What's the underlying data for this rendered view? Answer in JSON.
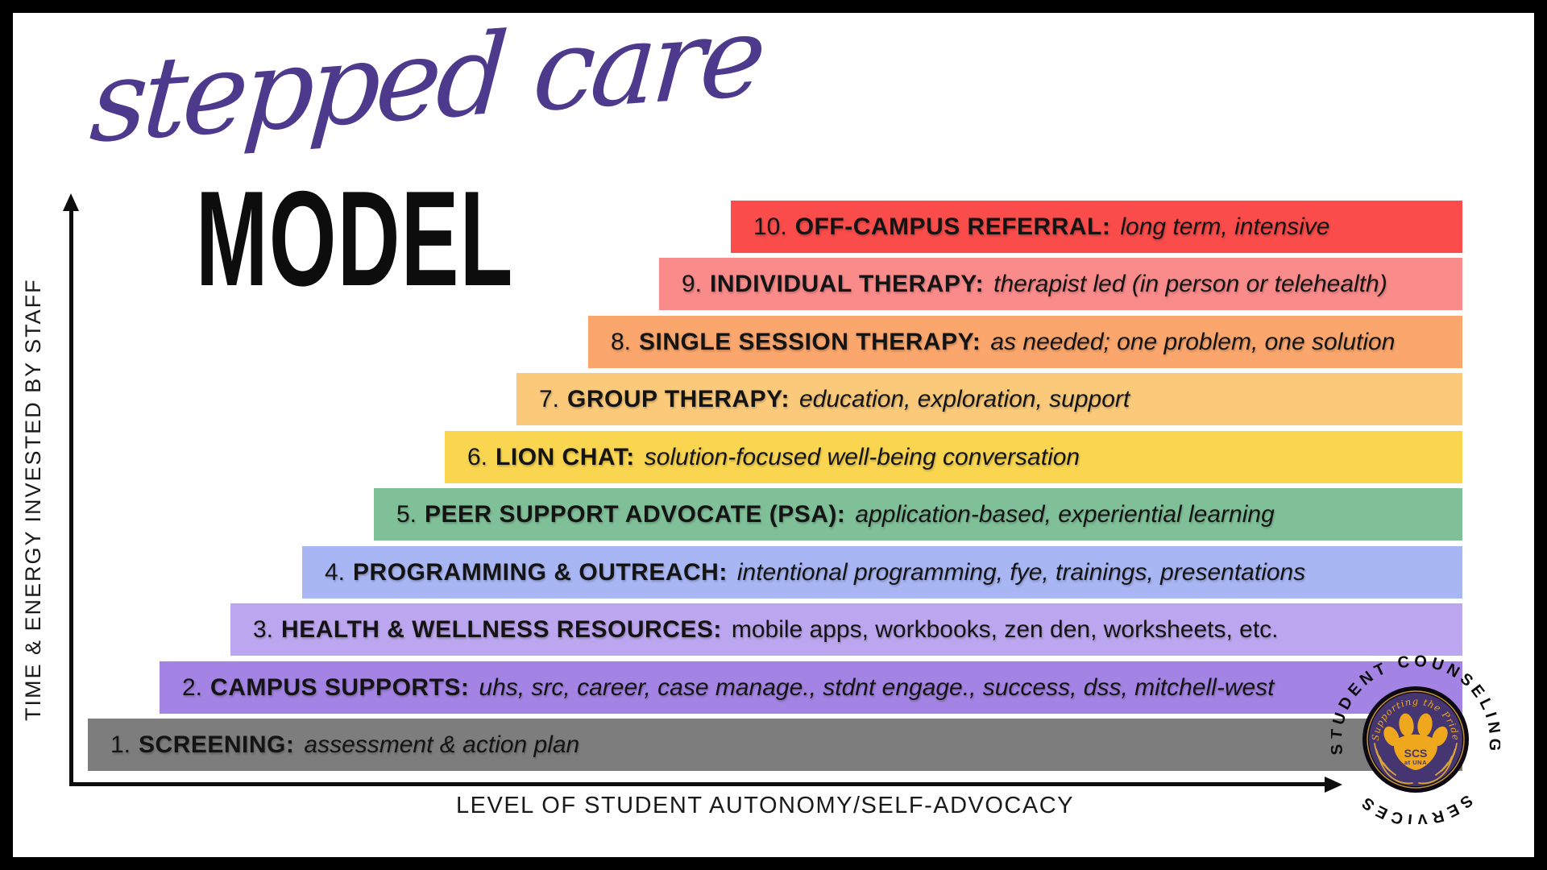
{
  "title": {
    "script": "stepped care",
    "block": "MODEL",
    "script_color": "#4d3a8d",
    "block_color": "#0d0d0d"
  },
  "axes": {
    "y_label": "TIME & ENERGY INVESTED BY STAFF",
    "x_label": "LEVEL OF STUDENT AUTONOMY/SELF-ADVOCACY",
    "line_color": "#0d0d0d"
  },
  "steps": [
    {
      "number": "1.",
      "label": "SCREENING:",
      "description": "assessment & action plan",
      "color": "#7d7d7d",
      "italic": true
    },
    {
      "number": "2.",
      "label": "CAMPUS SUPPORTS:",
      "description": "uhs, src, career, case manage., stdnt engage., success, dss, mitchell-west",
      "color": "#a383e3",
      "italic": true
    },
    {
      "number": "3.",
      "label": "HEALTH & WELLNESS RESOURCES:",
      "description": "mobile apps, workbooks, zen den, worksheets, etc.",
      "color": "#bca6ef",
      "italic": false
    },
    {
      "number": "4.",
      "label": "PROGRAMMING & OUTREACH:",
      "description": "intentional programming, fye, trainings, presentations",
      "color": "#a9b6f4",
      "italic": true
    },
    {
      "number": "5.",
      "label": "PEER SUPPORT ADVOCATE (PSA):",
      "description": "application-based, experiential learning",
      "color": "#80c098",
      "italic": true
    },
    {
      "number": "6.",
      "label": "LION CHAT:",
      "description": "solution-focused well-being conversation",
      "color": "#fad54f",
      "italic": true
    },
    {
      "number": "7.",
      "label": "GROUP THERAPY:",
      "description": "education, exploration, support",
      "color": "#fac97a",
      "italic": true
    },
    {
      "number": "8.",
      "label": "SINGLE SESSION THERAPY:",
      "description": "as needed; one problem, one solution",
      "color": "#faa66c",
      "italic": true
    },
    {
      "number": "9.",
      "label": "INDIVIDUAL THERAPY:",
      "description": "therapist led (in person or telehealth)",
      "color": "#f98b8a",
      "italic": true
    },
    {
      "number": "10.",
      "label": "OFF-CAMPUS REFERRAL:",
      "description": "long term, intensive",
      "color": "#fa4c4a",
      "italic": true
    }
  ],
  "logo": {
    "ring_text_top": "STUDENT COUNSELING",
    "ring_text_bottom": "SERVICES",
    "badge_arc_text": "Supporting the Pride",
    "badge_line1": "SCS",
    "badge_line2": "at UNA",
    "purple": "#453570",
    "gold": "#efa71e",
    "ring_stroke": "#c59238"
  }
}
